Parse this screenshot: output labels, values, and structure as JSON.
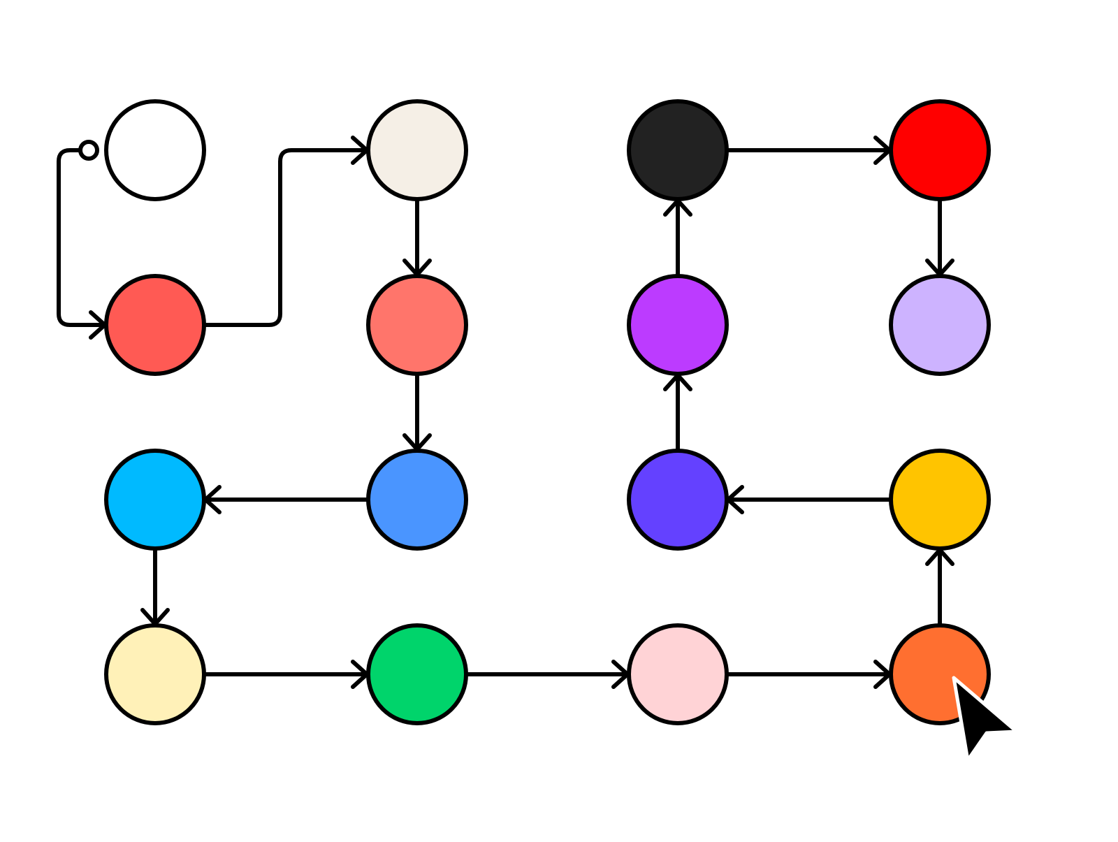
{
  "diagram": {
    "stroke_color": "#000000",
    "nodes": [
      {
        "id": "n1",
        "color": "#FFFFFF"
      },
      {
        "id": "n2",
        "color": "#F5EFE6"
      },
      {
        "id": "n3",
        "color": "#222222"
      },
      {
        "id": "n4",
        "color": "#FF0000"
      },
      {
        "id": "n5",
        "color": "#FF5A54"
      },
      {
        "id": "n6",
        "color": "#FF756B"
      },
      {
        "id": "n7",
        "color": "#BC3BFF"
      },
      {
        "id": "n8",
        "color": "#CDB3FF"
      },
      {
        "id": "n9",
        "color": "#00BAFF"
      },
      {
        "id": "n10",
        "color": "#4A95FF"
      },
      {
        "id": "n11",
        "color": "#6441FF"
      },
      {
        "id": "n12",
        "color": "#FFC400"
      },
      {
        "id": "n13",
        "color": "#FFF1B8"
      },
      {
        "id": "n14",
        "color": "#00D46B"
      },
      {
        "id": "n15",
        "color": "#FFD3D6"
      },
      {
        "id": "n16",
        "color": "#FF6F30"
      }
    ],
    "edges": [
      {
        "from": "start",
        "to": "n5"
      },
      {
        "from": "n5",
        "to": "n2"
      },
      {
        "from": "n2",
        "to": "n6"
      },
      {
        "from": "n6",
        "to": "n10"
      },
      {
        "from": "n10",
        "to": "n9"
      },
      {
        "from": "n9",
        "to": "n13"
      },
      {
        "from": "n13",
        "to": "n14"
      },
      {
        "from": "n14",
        "to": "n15"
      },
      {
        "from": "n15",
        "to": "n16"
      },
      {
        "from": "n16",
        "to": "n12"
      },
      {
        "from": "n12",
        "to": "n11"
      },
      {
        "from": "n11",
        "to": "n7"
      },
      {
        "from": "n7",
        "to": "n3"
      },
      {
        "from": "n3",
        "to": "n4"
      },
      {
        "from": "n4",
        "to": "n8"
      }
    ]
  }
}
